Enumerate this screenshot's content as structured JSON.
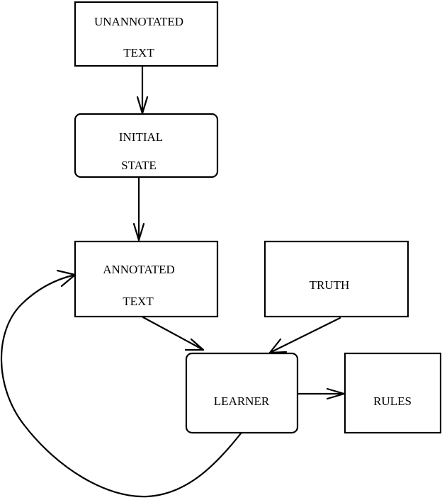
{
  "diagram": {
    "nodes": {
      "unannotated_text": {
        "line1": "UNANNOTATED",
        "line2": "TEXT"
      },
      "initial_state": {
        "line1": "INITIAL",
        "line2": "STATE"
      },
      "annotated_text": {
        "line1": "ANNOTATED",
        "line2": "TEXT"
      },
      "truth": {
        "label": "TRUTH"
      },
      "learner": {
        "label": "LEARNER"
      },
      "rules": {
        "label": "RULES"
      }
    }
  }
}
